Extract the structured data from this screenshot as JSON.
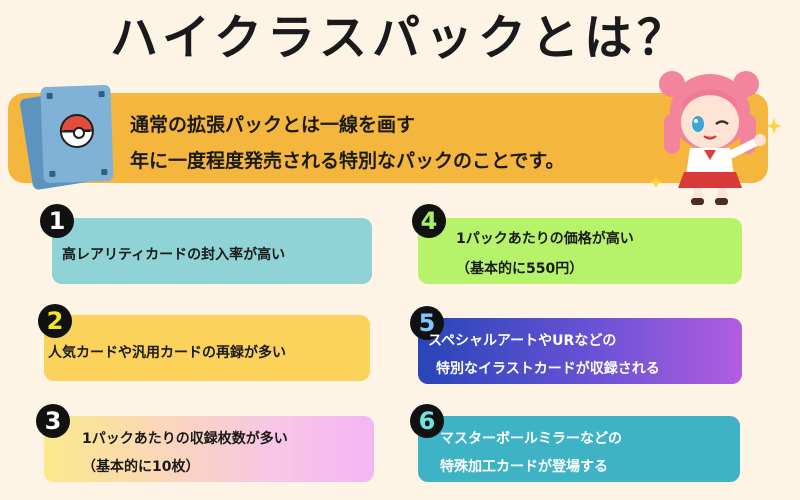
{
  "title": "ハイクラスパックとは？",
  "banner": {
    "line1": "通常の拡張パックとは一線を画す",
    "line2": "年に一度程度発売される特別なパックのことです。"
  },
  "items": [
    {
      "number": "1",
      "text1": "高レアリティカードの封入率が高い",
      "text2": ""
    },
    {
      "number": "2",
      "text1": "人気カードや汎用カードの再録が多い",
      "text2": ""
    },
    {
      "number": "3",
      "text1": "1パックあたりの収録枚数が多い",
      "text2": "（基本的に10枚）"
    },
    {
      "number": "4",
      "text1": "1パックあたりの価格が高い",
      "text2": "（基本的に550円）"
    },
    {
      "number": "5",
      "text1": "スペシャルアートやURなどの",
      "text2": "特別なイラストカードが収録される"
    },
    {
      "number": "6",
      "text1": "マスターボールミラーなどの",
      "text2": "特殊加工カードが登場する"
    }
  ],
  "colors": {
    "background": "#fdf4e6",
    "banner": "#f5b63e",
    "box1": "#8fd3d6",
    "box2": "#fbd35a",
    "box4": "#b6f26a",
    "box6": "#3fb3c6"
  },
  "icons": [
    "card-pack-icon",
    "mascot-girl-illustration"
  ]
}
